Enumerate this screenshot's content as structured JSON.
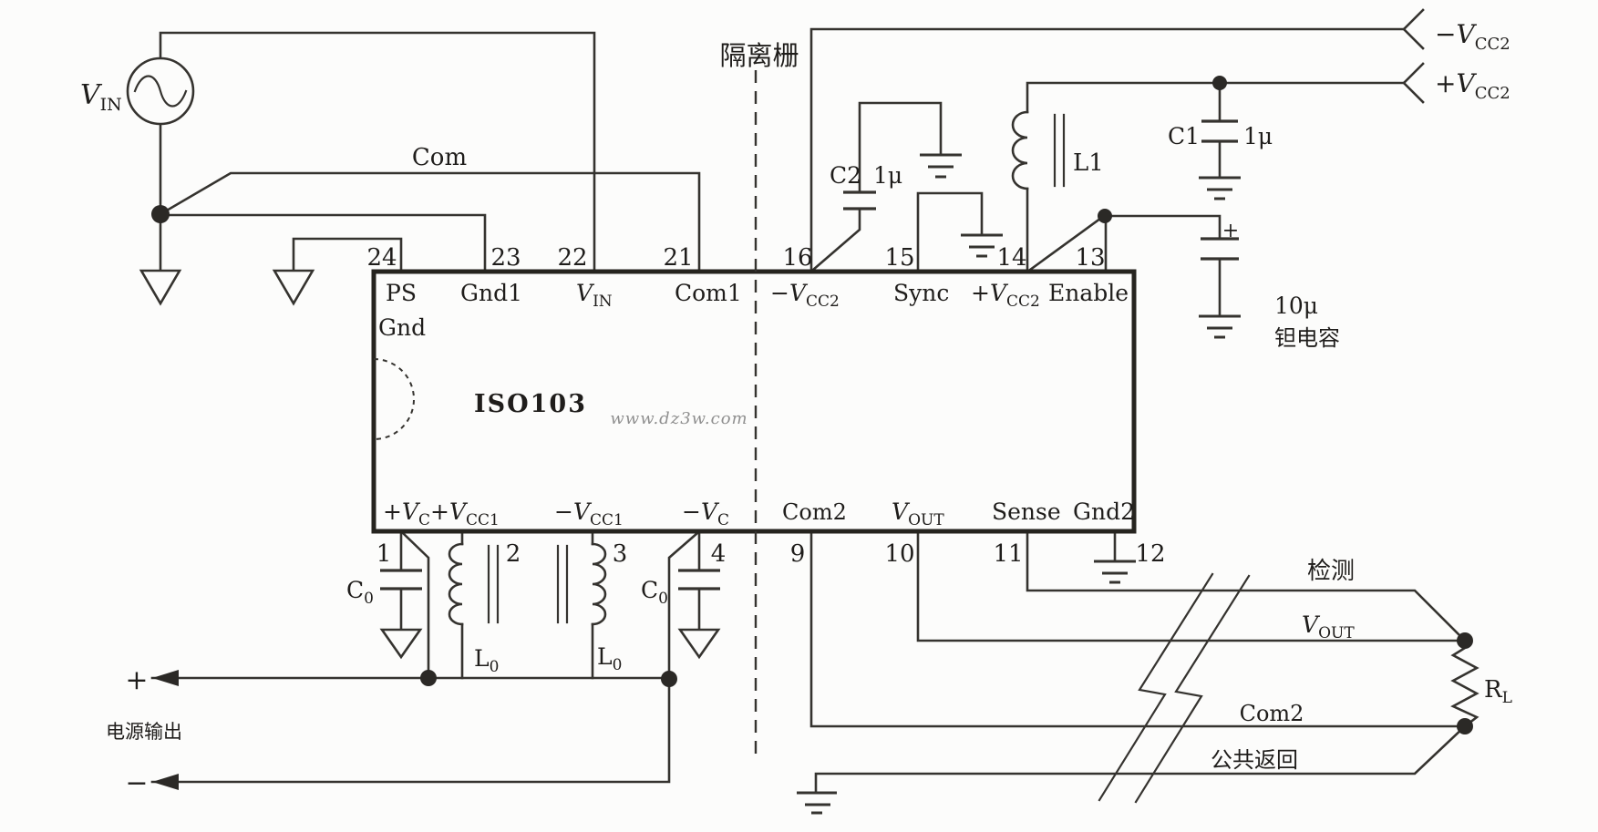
{
  "meta": {
    "background_color": "#fcfcfb",
    "ink_color": "#35332f",
    "watermark_color": "#8f8f8f"
  },
  "source": {
    "label_v": "V",
    "label_sub": "IN"
  },
  "isolation": {
    "label": "隔离栅"
  },
  "input_side": {
    "com": "Com",
    "power_output": "电源输出",
    "plus": "+",
    "minus": "−",
    "c0_left": {
      "c": "C",
      "sub": "0"
    },
    "l0_left": {
      "l": "L",
      "sub": "0"
    },
    "c0_right": {
      "c": "C",
      "sub": "0"
    },
    "l0_right": {
      "l": "L",
      "sub": "0"
    }
  },
  "ic": {
    "name": "ISO103",
    "watermark": "www.dz3w.com",
    "top_pins": [
      {
        "num": "24",
        "label": "PS",
        "label2": "Gnd"
      },
      {
        "num": "23",
        "label": "Gnd1"
      },
      {
        "num": "22",
        "label": "V",
        "sub": "IN"
      },
      {
        "num": "21",
        "label": "Com1"
      },
      {
        "num": "16",
        "label": "−V",
        "sub": "CC2"
      },
      {
        "num": "15",
        "label": "Sync"
      },
      {
        "num": "14",
        "label": "+V",
        "sub": "CC2"
      },
      {
        "num": "13",
        "label": "Enable"
      }
    ],
    "bottom_pins": [
      {
        "num": "1",
        "label": "+V",
        "sub": "C"
      },
      {
        "num": "2",
        "label": "+V",
        "sub": "CC1"
      },
      {
        "num": "3",
        "label": "−V",
        "sub": "CC1"
      },
      {
        "num": "4",
        "label": "−V",
        "sub": "C"
      },
      {
        "num": "9",
        "label": "Com2"
      },
      {
        "num": "10",
        "label": "V",
        "sub": "OUT"
      },
      {
        "num": "11",
        "label": "Sense"
      },
      {
        "num": "12",
        "label": "Gnd2"
      }
    ]
  },
  "supply": {
    "neg_rail": {
      "label": "−V",
      "sub": "CC2"
    },
    "pos_rail": {
      "label": "+V",
      "sub": "CC2"
    },
    "c2": {
      "name": "C2",
      "value": "1μ"
    },
    "c1": {
      "name": "C1",
      "value": "1μ"
    },
    "l1": "L1",
    "tantalum": {
      "plus": "+",
      "value": "10μ",
      "label": "钽电容"
    }
  },
  "output_side": {
    "sense": "检测",
    "vout": {
      "label": "V",
      "sub": "OUT"
    },
    "com2": "Com2",
    "common_return": "公共返回",
    "rl": {
      "label": "R",
      "sub": "L"
    }
  }
}
